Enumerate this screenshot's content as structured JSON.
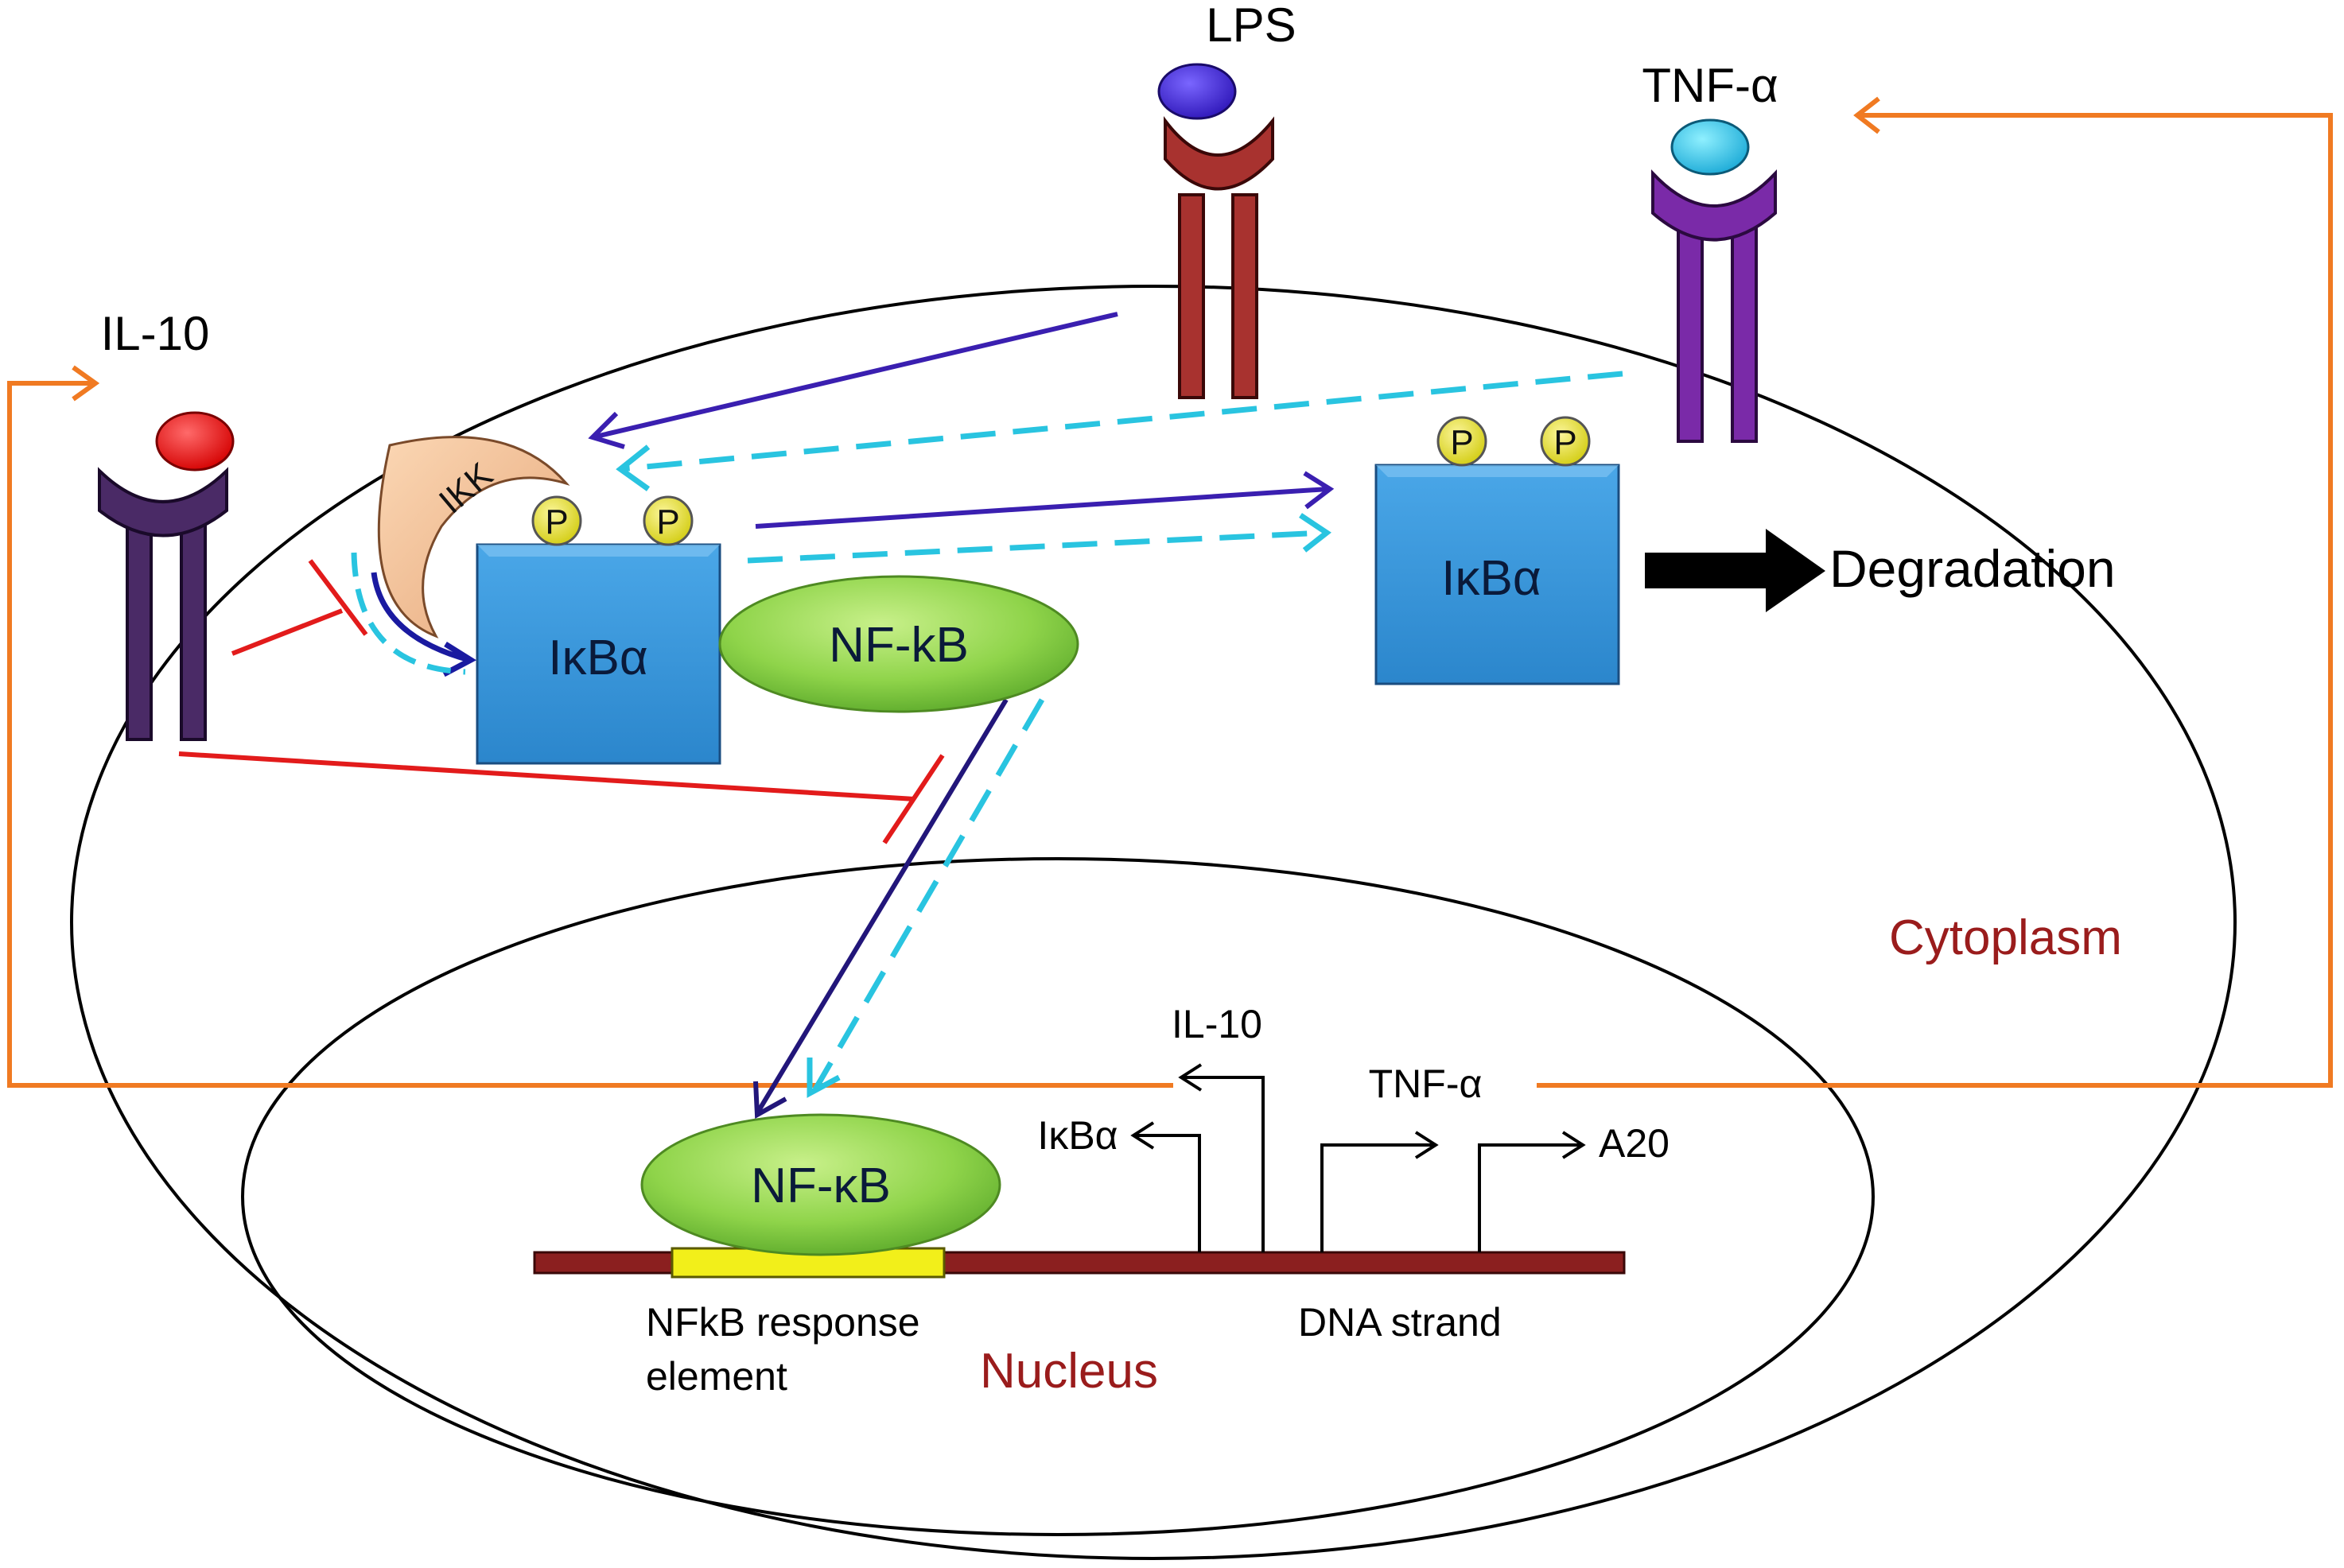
{
  "ligands": {
    "lps": "LPS",
    "tnf": "TNF-α",
    "il10": "IL-10"
  },
  "complex": {
    "ikk": "IKK",
    "ikba_bound": "IκBα",
    "nfkb_cyto": "NF-kB",
    "phospho_1": "P",
    "phospho_2": "P"
  },
  "released": {
    "ikba": "IκBα",
    "phospho_1": "P",
    "phospho_2": "P",
    "degradation": "Degradation"
  },
  "compartments": {
    "cytoplasm": "Cytoplasm",
    "nucleus": "Nucleus"
  },
  "nucleus": {
    "nfkb": "NF-κB",
    "gene_il10": "IL-10",
    "gene_tnf": "TNF-α",
    "gene_ikba": "IκBα",
    "gene_a20": "A20",
    "response_element_line1": "NFkB response",
    "response_element_line2": "element",
    "dna_strand": "DNA strand"
  },
  "colors": {
    "lps_path": "#3a1fb0",
    "tnf_path": "#29c4e0",
    "il10_inhibition": "#e21b1b",
    "feedback": "#f07a22",
    "ikba_box": "#2e8fd6",
    "nfkb": "#8fd44a",
    "dna": "#8b1f1f",
    "response_element": "#f2ef1a"
  },
  "icons": {
    "lps_receptor": "lps-receptor-icon",
    "tnf_receptor": "tnf-receptor-icon",
    "il10_receptor": "il10-receptor-icon",
    "degradation_arrow": "block-arrow-icon"
  }
}
